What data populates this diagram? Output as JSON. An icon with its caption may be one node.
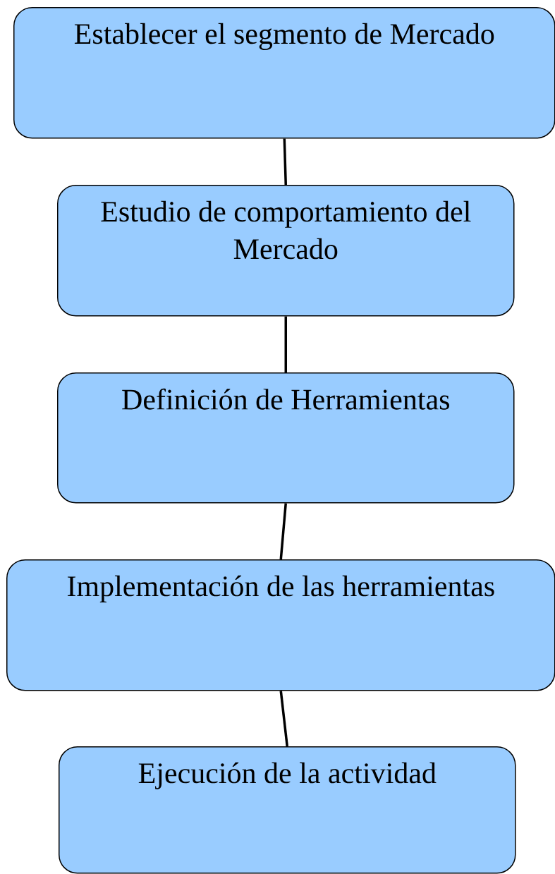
{
  "diagram": {
    "nodes": [
      {
        "text": [
          "Establecer el segmento de Mercado"
        ]
      },
      {
        "text": [
          "Estudio de comportamiento del Mercado"
        ]
      },
      {
        "text": [
          "Definición de Herramientas"
        ]
      },
      {
        "text": [
          "Implementación de las herramientas"
        ]
      },
      {
        "text": [
          "Ejecución de la actividad"
        ]
      }
    ],
    "edges": [
      {
        "from": 0,
        "to": 1,
        "arrow": "none"
      },
      {
        "from": 1,
        "to": 2,
        "arrow": "none"
      },
      {
        "from": 2,
        "to": 3,
        "arrow": "none"
      },
      {
        "from": 3,
        "to": 4,
        "arrow": "none"
      }
    ]
  }
}
